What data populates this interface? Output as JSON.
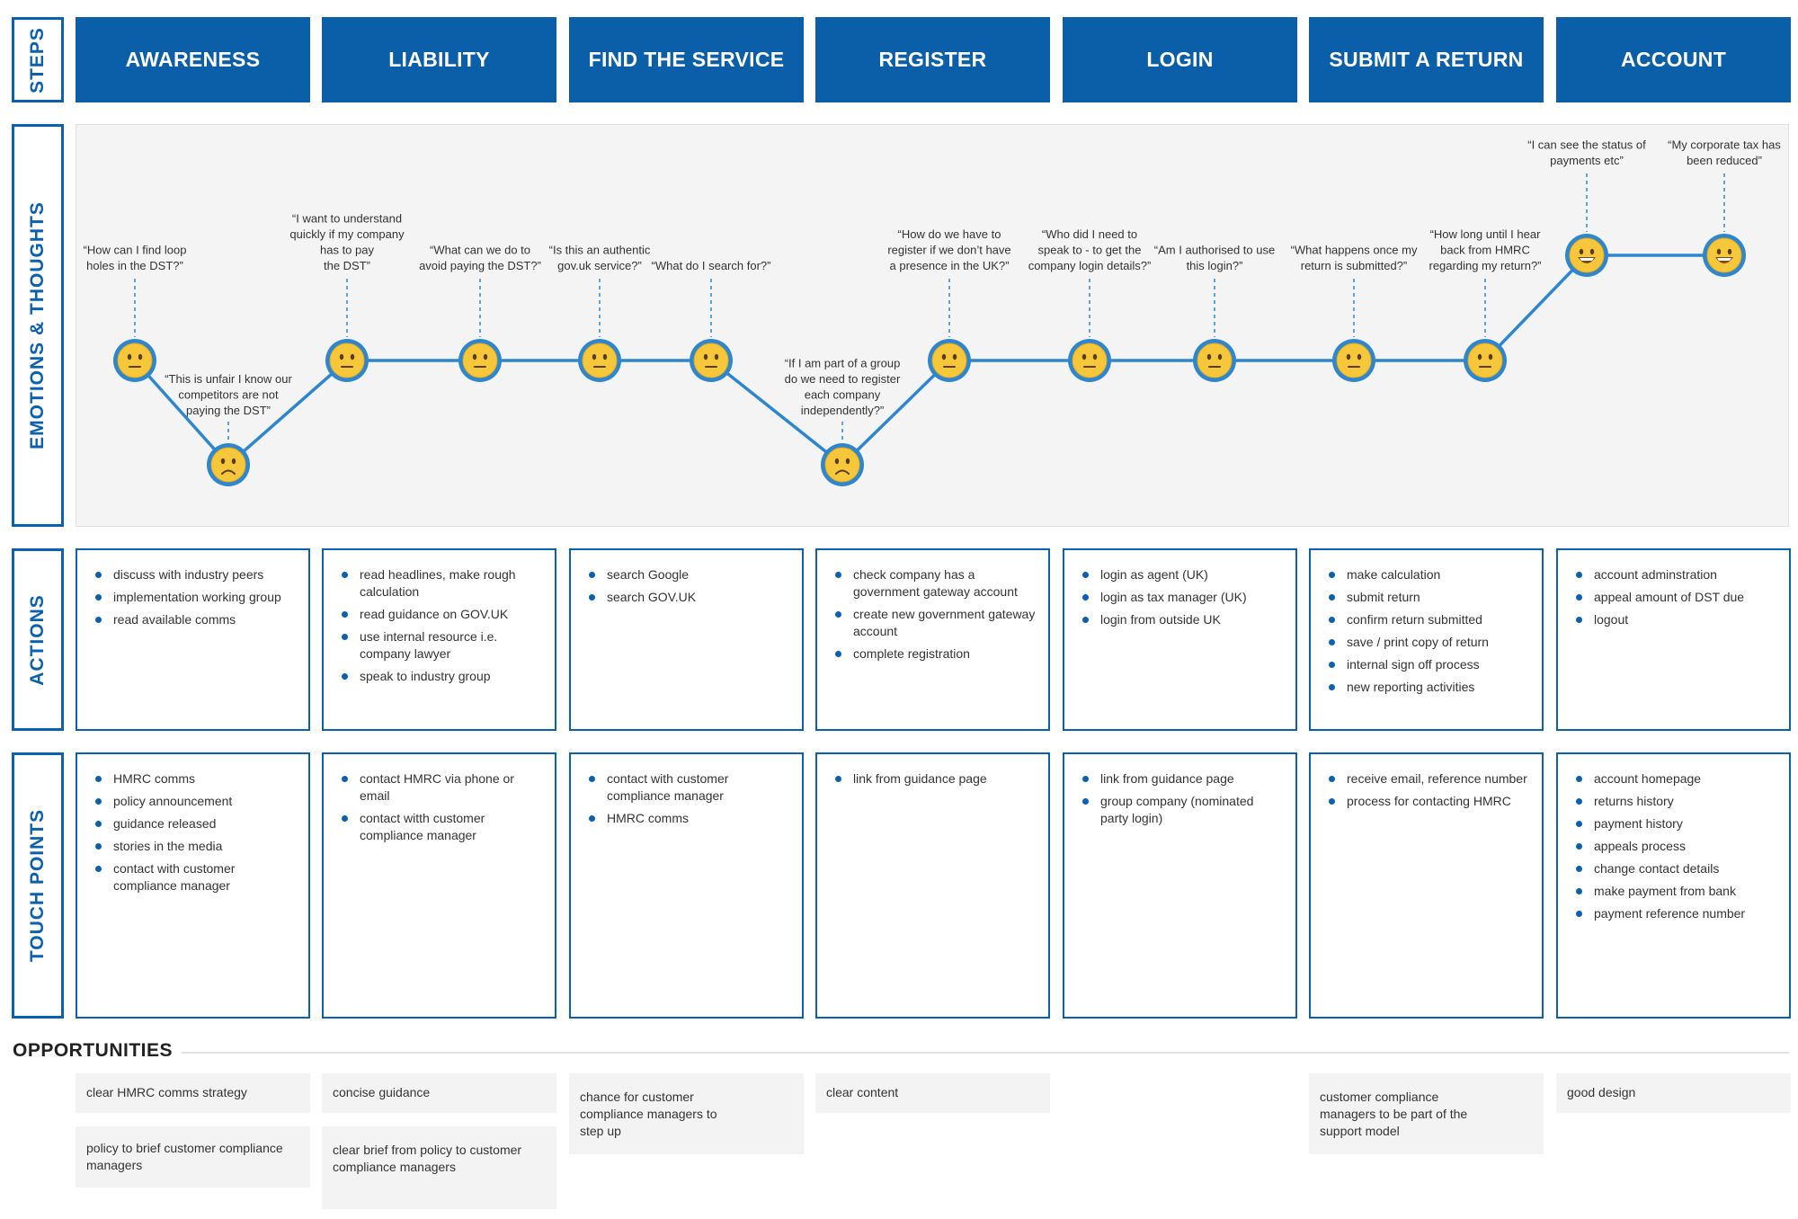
{
  "row_labels": {
    "steps": "STEPS",
    "emotions": "EMOTIONS & THOUGHTS",
    "actions": "ACTIONS",
    "touch_points": "TOUCH POINTS"
  },
  "steps": [
    "AWARENESS",
    "LIABILITY",
    "FIND THE SERVICE",
    "REGISTER",
    "LOGIN",
    "SUBMIT A RETURN",
    "ACCOUNT"
  ],
  "emotions": [
    {
      "mood": "neutral",
      "level": 2,
      "quote": [
        "“How can I find loop",
        "holes in the DST?”"
      ]
    },
    {
      "mood": "sad",
      "level": 1,
      "quote": [
        "“This is unfair I know our",
        "competitors are not",
        "paying the DST”"
      ]
    },
    {
      "mood": "neutral",
      "level": 2,
      "quote": [
        "“I want to understand",
        "quickly if my company",
        "has to pay",
        "the DST”"
      ]
    },
    {
      "mood": "neutral",
      "level": 2,
      "quote": [
        "“What can we do to",
        "avoid paying the DST?”"
      ]
    },
    {
      "mood": "neutral",
      "level": 2,
      "quote": [
        "“Is this an authentic",
        "gov.uk service?”"
      ]
    },
    {
      "mood": "neutral",
      "level": 2,
      "quote": [
        "“What do I search for?”"
      ]
    },
    {
      "mood": "sad",
      "level": 1,
      "quote": [
        "“If I am part of a group",
        "do we need to register",
        "each company",
        "independently?”"
      ]
    },
    {
      "mood": "neutral",
      "level": 2,
      "quote": [
        "“How do we have to",
        "register if we don’t have",
        "a presence in the UK?”"
      ]
    },
    {
      "mood": "neutral",
      "level": 2,
      "quote": [
        "“Who did I need to",
        "speak to - to get the",
        "company login details?”"
      ]
    },
    {
      "mood": "neutral",
      "level": 2,
      "quote": [
        "“Am I authorised to use",
        "this login?”"
      ]
    },
    {
      "mood": "neutral",
      "level": 2,
      "quote": [
        "“What happens once my",
        "return is submitted?”"
      ]
    },
    {
      "mood": "neutral",
      "level": 2,
      "quote": [
        "“How long until I hear",
        "back from HMRC",
        "regarding my return?”"
      ]
    },
    {
      "mood": "happy",
      "level": 3,
      "quote": [
        "“I can see the status of",
        "payments etc”"
      ]
    },
    {
      "mood": "happy",
      "level": 3,
      "quote": [
        "“My corporate tax has",
        "been reduced”"
      ]
    }
  ],
  "actions": [
    [
      "discuss with industry peers",
      "implementation working group",
      "read available comms"
    ],
    [
      "read headlines, make rough calculation",
      "read guidance on GOV.UK",
      "use internal resource i.e. company lawyer",
      "speak to industry group"
    ],
    [
      "search Google",
      "search GOV.UK"
    ],
    [
      "check company has a government gateway account",
      "create new government gateway account",
      "complete registration"
    ],
    [
      "login as agent (UK)",
      "login as tax manager (UK)",
      "login from outside UK"
    ],
    [
      "make calculation",
      "submit return",
      "confirm return submitted",
      "save / print copy of return",
      "internal sign off process",
      "new reporting activities"
    ],
    [
      "account adminstration",
      "appeal amount of DST due",
      "logout"
    ]
  ],
  "touch_points": [
    [
      "HMRC comms",
      "policy announcement",
      "guidance released",
      "stories in the media",
      "contact with customer compliance manager"
    ],
    [
      "contact HMRC via phone or email",
      "contact witth customer compliance manager"
    ],
    [
      "contact with customer compliance manager",
      "HMRC comms"
    ],
    [
      "link from guidance page"
    ],
    [
      "link from guidance page",
      "group company (nominated party login)"
    ],
    [
      "receive email, reference number",
      "process for contacting HMRC"
    ],
    [
      "account homepage",
      "returns history",
      "payment history",
      "appeals process",
      "change contact details",
      "make payment from bank",
      "payment reference number"
    ]
  ],
  "opportunities": {
    "title": "OPPORTUNITIES",
    "items": [
      {
        "column": 0,
        "text": "clear HMRC comms strategy"
      },
      {
        "column": 0,
        "text": "policy to brief customer compliance managers"
      },
      {
        "column": 1,
        "text": "concise guidance"
      },
      {
        "column": 1,
        "text": "clear brief from policy to customer compliance managers"
      },
      {
        "column": 2,
        "text": "chance for customer compliance managers to step up"
      },
      {
        "column": 3,
        "text": "clear content"
      },
      {
        "column": 5,
        "text": "customer compliance managers to be part of the support model"
      },
      {
        "column": 6,
        "text": "good design"
      }
    ]
  },
  "colors": {
    "primary_blue": "#0b5fa8",
    "line_blue": "#2e86cf",
    "emoji_yellow": "#f7c73b",
    "panel_grey": "#f4f4f4",
    "opportunity_grey": "#f3f3f3"
  }
}
